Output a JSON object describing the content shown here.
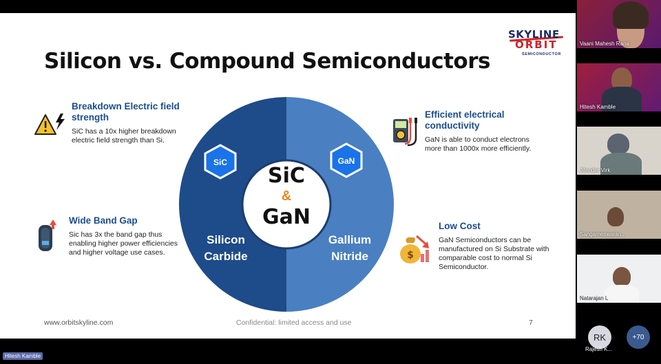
{
  "slide": {
    "title": "Silicon vs. Compound Semiconductors",
    "logo": {
      "line1": "SKYLINE",
      "line2a": "ORBIT",
      "line3": "SEMICONDUCTOR"
    },
    "features": [
      {
        "title": "Breakdown Electric field strength",
        "body": "SiC has a 10x higher breakdown electric field strength than Si."
      },
      {
        "title": "Wide Band Gap",
        "body": "Sic has 3x the band gap thus enabling higher power efficiencies and higher voltage use cases."
      },
      {
        "title": "Efficient electrical conductivity",
        "body": "GaN is able to conduct electrons more than 1000x more efficiently."
      },
      {
        "title": "Low Cost",
        "body": "GaN Semiconductors can be manufactured on Si Substrate with comparable cost to normal Si Semiconductor."
      }
    ],
    "circle": {
      "left_badge": "SiC",
      "right_badge": "GaN",
      "center_top": "SiC",
      "center_amp": "&",
      "center_bottom": "GaN",
      "left_label": [
        "Silicon",
        "Carbide"
      ],
      "right_label": [
        "Gallium",
        "Nitride"
      ],
      "left_color": "#1e4b8a",
      "right_color": "#4a7fc1"
    },
    "footer": {
      "url": "www.orbitskyline.com",
      "note": "Confidential: limited access and use",
      "page": "7"
    }
  },
  "participants": [
    {
      "name": "Vaani Mahesh Rana"
    },
    {
      "name": "Hitesh Kamble"
    },
    {
      "name": "Jitender Virk"
    },
    {
      "name": "Sangameswaran ."
    },
    {
      "name": "Natarajan L"
    }
  ],
  "avatar": {
    "initials": "RK",
    "name": "Rajesh K..."
  },
  "more_count": "+70",
  "presenter_label": "Hitesh Kamble"
}
